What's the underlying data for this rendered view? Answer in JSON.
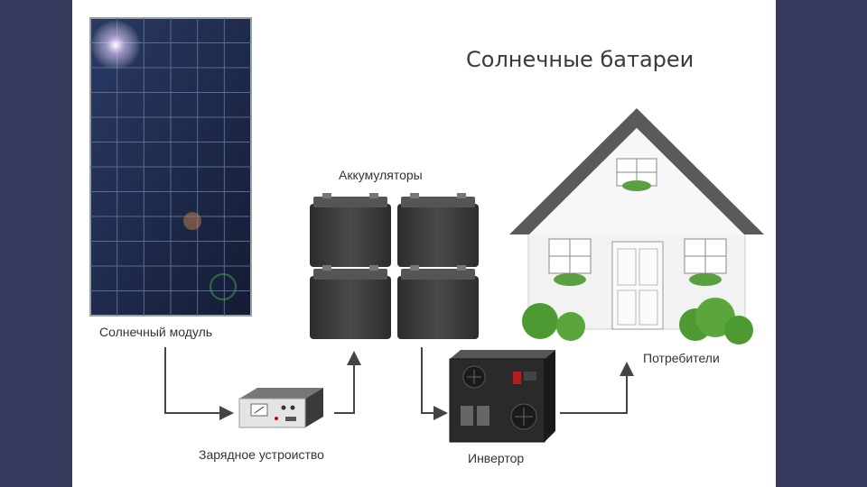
{
  "title": "Солнечные батареи",
  "labels": {
    "solar_module": "Солнечный модуль",
    "batteries": "Аккумуляторы",
    "charger": "Зарядное устроиство",
    "inverter": "Инвертор",
    "consumers": "Потребители"
  },
  "colors": {
    "background": "#353a5c",
    "slide": "#ffffff",
    "panel": "#1f2b4a",
    "battery": "#3e3e3e",
    "house": "#eeeeee",
    "roof": "#555555",
    "arrow": "#444444"
  },
  "icons": [
    "solar-panel-icon",
    "battery-icon",
    "charger-icon",
    "inverter-icon",
    "house-icon"
  ]
}
